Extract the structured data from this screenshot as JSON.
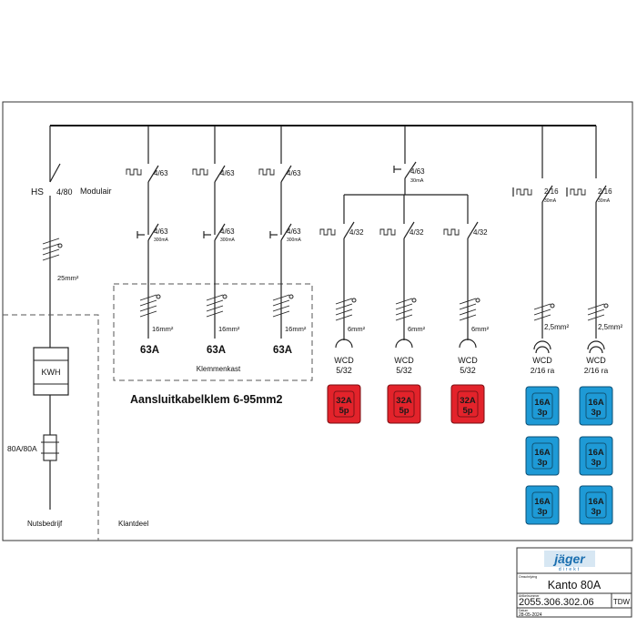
{
  "main_switch": {
    "label": "HS",
    "rating": "4/80",
    "type": "Modulair"
  },
  "supply_cable": "25mm²",
  "meter": "KWH",
  "main_fuse": "80A/80A",
  "utility_area": "Nutsbedrijf",
  "customer_area": "Klantdeel",
  "terminal_box": "Klemmenkast",
  "terminal_note": "Aansluitkabelklem 6-95mm2",
  "group_a": {
    "breaker": "4/63",
    "rcd": "4/63",
    "rcd_sub": "300mA",
    "cable": "16mm²",
    "outputs": [
      "63A",
      "63A",
      "63A"
    ]
  },
  "group_b": {
    "main_rcd": "4/63",
    "main_rcd_sub": "30mA",
    "breaker": "4/32",
    "cable": "6mm²",
    "outlet_type": "WCD",
    "outlet_rating": "5/32",
    "socket_line1": "32A",
    "socket_line2": "5p",
    "count": 3
  },
  "group_c": {
    "rcbo": "2/16",
    "rcbo_sub": "30mA",
    "cable": "2,5mm²",
    "outlet_type": "WCD",
    "outlet_rating": "2/16 ra",
    "socket_line1": "16A",
    "socket_line2": "3p",
    "count": 2
  },
  "title_block": {
    "brand": "jäger",
    "brand_sub": "direkt",
    "name_label": "Omschrijving",
    "title": "Kanto 80A",
    "number_label": "Artikelnummer",
    "number": "2055.306.302.06",
    "drawn_by": "TDW",
    "date_label": "Datum",
    "date": "28-05-2024"
  }
}
